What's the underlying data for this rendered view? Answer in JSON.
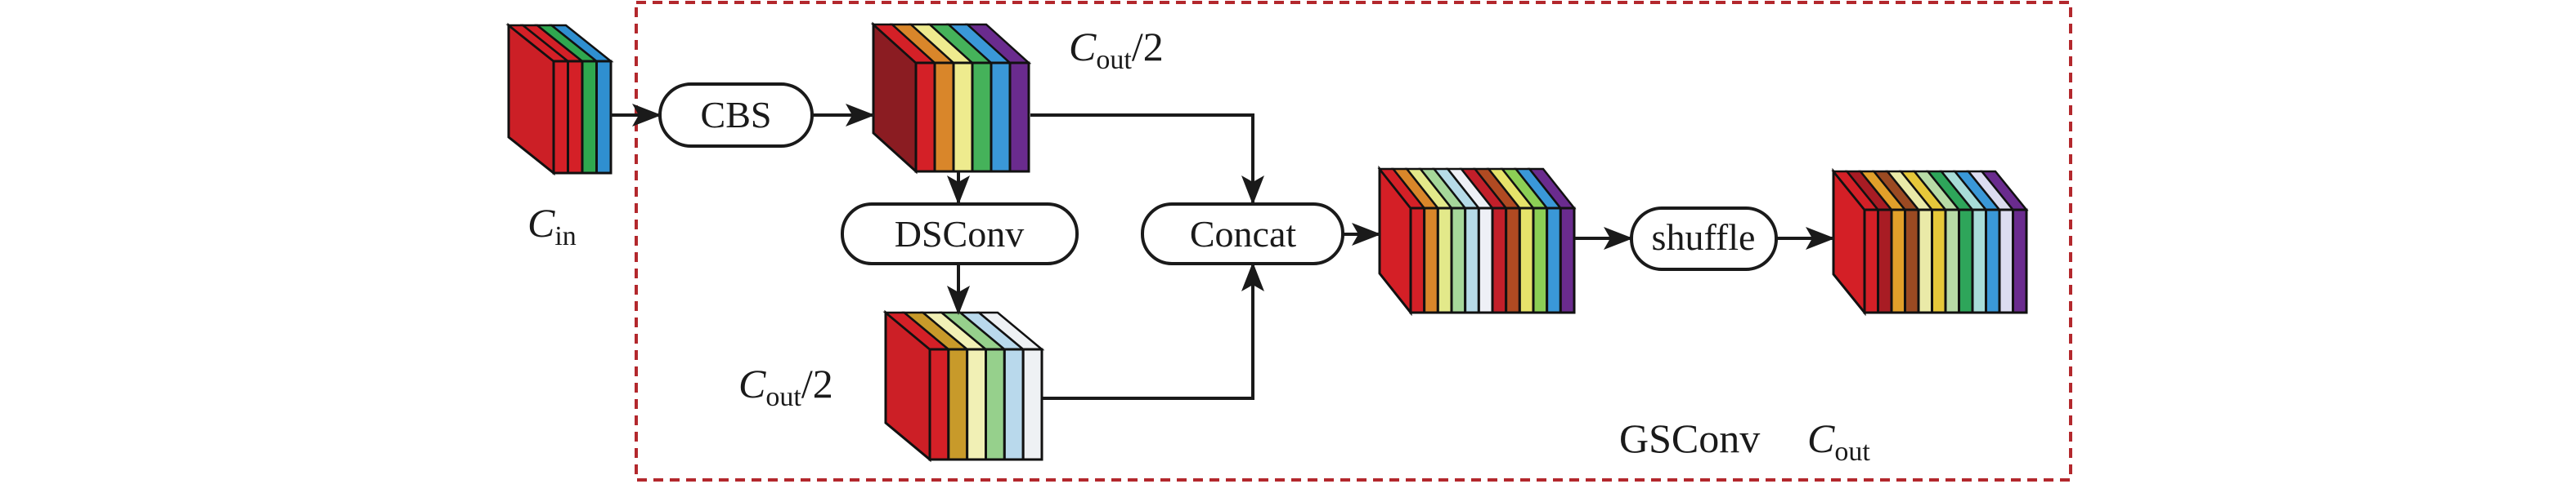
{
  "diagram": {
    "title": "GSConv",
    "frame_color": "#b3282d",
    "line_color": "#1a1a1a",
    "nodes": {
      "cbs": "CBS",
      "dsconv": "DSConv",
      "concat": "Concat",
      "shuffle": "shuffle"
    },
    "labels": {
      "c_in": {
        "base": "C",
        "sub": "in",
        "suffix": ""
      },
      "c_half_top": {
        "base": "C",
        "sub": "out",
        "suffix": "/2"
      },
      "c_half_bottom": {
        "base": "C",
        "sub": "out",
        "suffix": "/2"
      },
      "c_out": {
        "base": "C",
        "sub": "out",
        "suffix": ""
      },
      "module_name": "GSConv"
    },
    "feature_maps": {
      "input": [
        "#d42027",
        "#d42027",
        "#2fa84f",
        "#2f8fd0"
      ],
      "cbs_out": [
        "#d42027",
        "#d9862a",
        "#eeeb8e",
        "#45b25a",
        "#3a98d8",
        "#6a2b8e"
      ],
      "dsconv_out": [
        "#d42027",
        "#c89a2a",
        "#f1f0b5",
        "#96d08c",
        "#b9d9ec",
        "#eef1f4"
      ],
      "concat_out": [
        "#d42027",
        "#d9862a",
        "#e3e98a",
        "#a6d79a",
        "#b6dbe8",
        "#eef0f6",
        "#c21f2a",
        "#b04a22",
        "#e6e36a",
        "#8ccf55",
        "#3a98d8",
        "#6a2b8e"
      ],
      "shuffle_out": [
        "#d42027",
        "#a81c24",
        "#e1a02a",
        "#9b4a22",
        "#eaeaa8",
        "#e6c83a",
        "#b8dba6",
        "#2ea55a",
        "#a8dcd8",
        "#3a98d8",
        "#dcdcf0",
        "#6a2b8e"
      ]
    },
    "feature_map_side_colors": {
      "input": "#cc1f26",
      "cbs_out": "#8b1c22",
      "dsconv_out": "#cc1f26",
      "concat_out": "#d41f26",
      "shuffle_out": "#d41f26"
    }
  }
}
